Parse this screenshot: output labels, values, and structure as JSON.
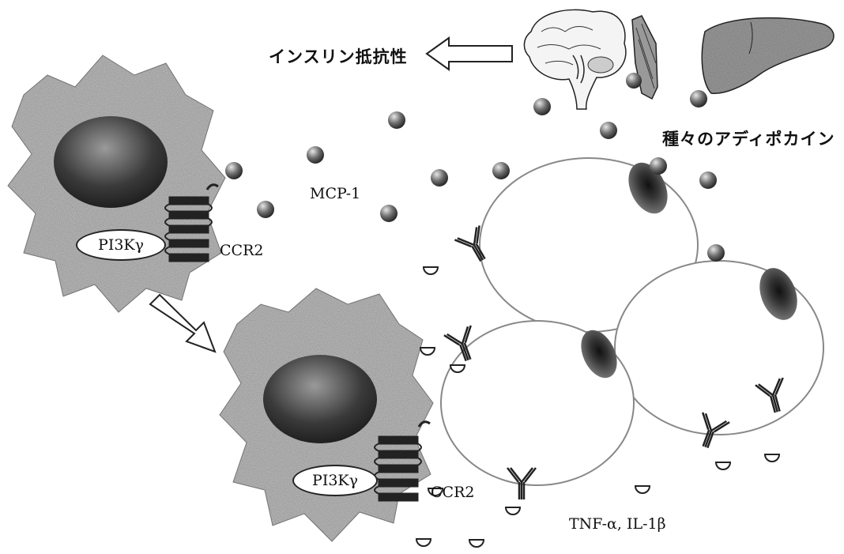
{
  "labels": {
    "insulin_resistance": "インスリン抵抗性",
    "adipokines": "種々のアディポカイン",
    "mcp1": "MCP-1",
    "ccr2_top": "CCR2",
    "ccr2_bottom": "CCR2",
    "pi3k_top": "PI3Kγ",
    "pi3k_bottom": "PI3Kγ",
    "cytokines": "TNF-α, IL-1β"
  },
  "icons": {
    "brain": "brain-icon",
    "muscle": "muscle-icon",
    "liver": "liver-icon",
    "arrow_left": "hollow-arrow-left-icon",
    "arrow_down": "hollow-arrow-down-right-icon"
  }
}
